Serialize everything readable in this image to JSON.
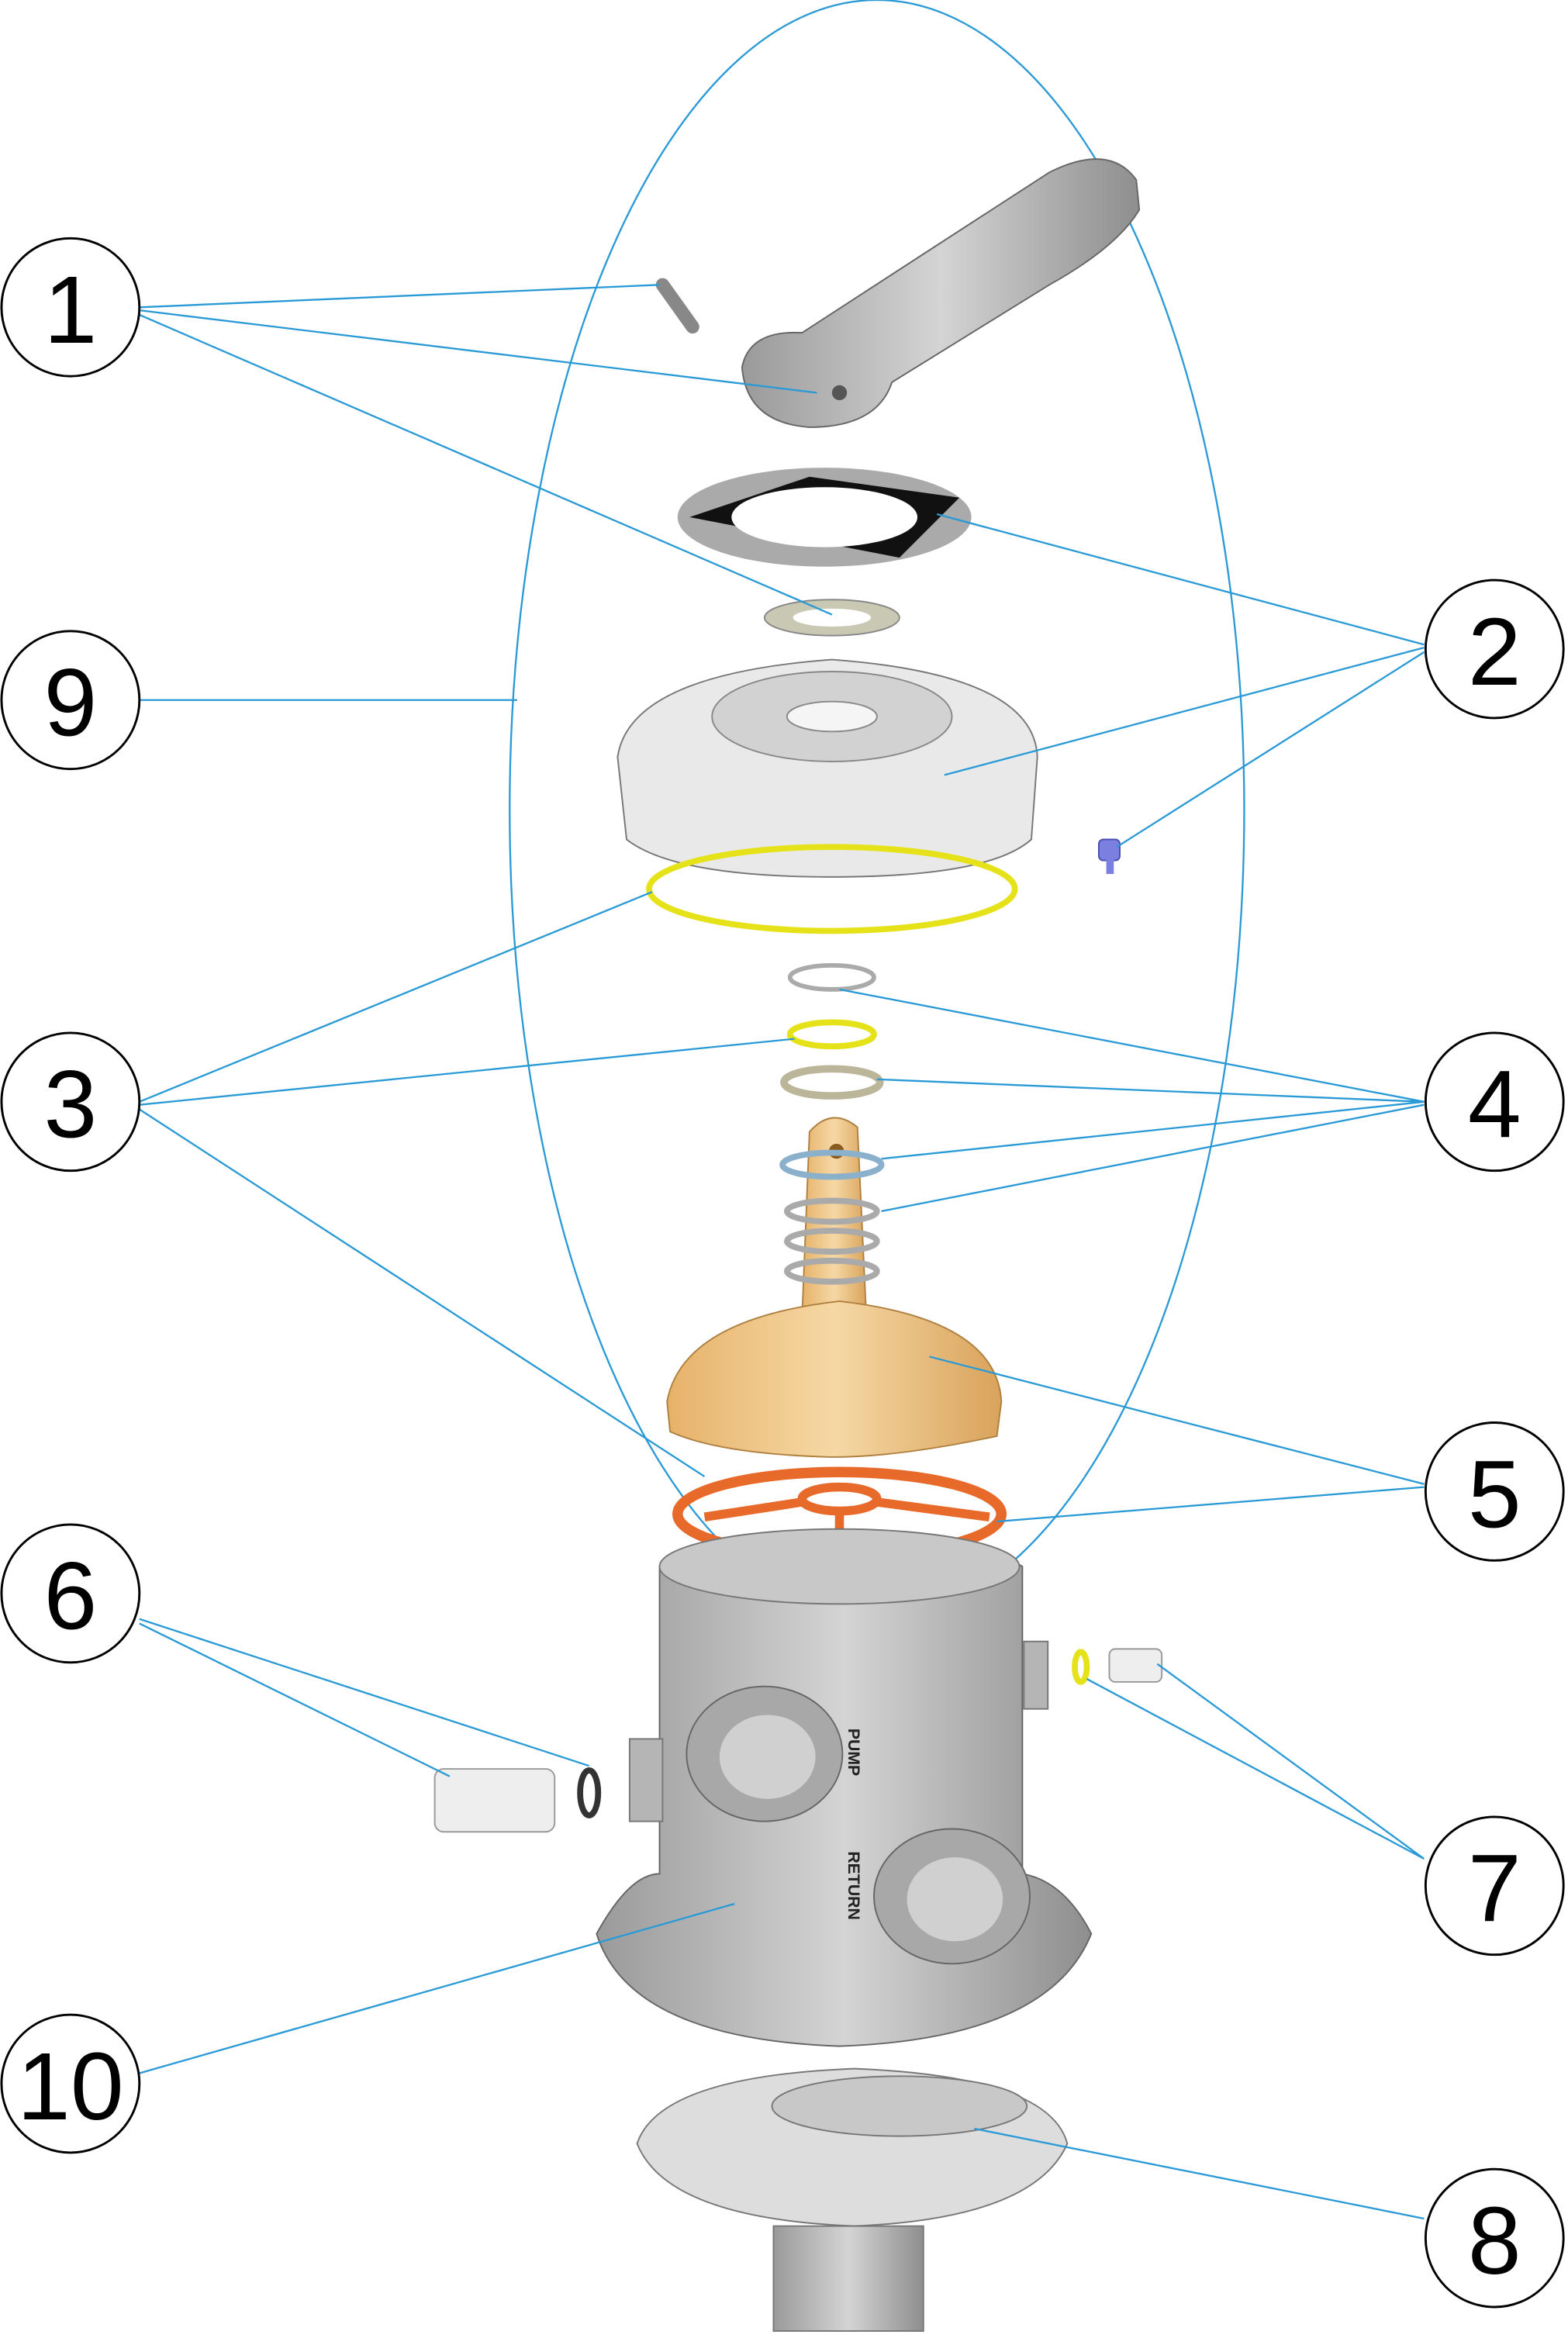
{
  "colors": {
    "leader": "#2a9ad6",
    "grey_part": "#b8b8b8",
    "yellow_ring": "#e6e21a",
    "orange_ring": "#e86a2a",
    "tan_part": "#f2c98a",
    "blue_part": "#7b7fe0"
  },
  "callouts": [
    {
      "number": "1"
    },
    {
      "number": "2"
    },
    {
      "number": "3"
    },
    {
      "number": "4"
    },
    {
      "number": "5"
    },
    {
      "number": "6"
    },
    {
      "number": "7"
    },
    {
      "number": "8"
    },
    {
      "number": "9"
    },
    {
      "number": "10"
    }
  ],
  "body_labels": {
    "pump": "PUMP",
    "return": "RETURN"
  }
}
